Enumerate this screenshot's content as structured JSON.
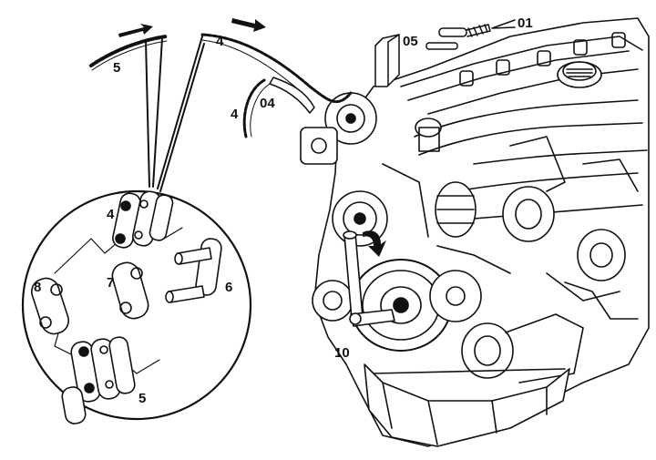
{
  "figure": {
    "labels": {
      "chain_upper_left": "5",
      "chain_top": "4",
      "chain_left": "4",
      "guide": "04",
      "tool": "05",
      "pins": "01",
      "inset_chain_top": "4",
      "inset_outer_plate": "8",
      "inset_inner_plate": "7",
      "inset_pin_link": "6",
      "inset_chain_bottom": "5",
      "crank_tool": "10"
    },
    "colors": {
      "ink": "#111111",
      "paper": "#ffffff"
    }
  }
}
